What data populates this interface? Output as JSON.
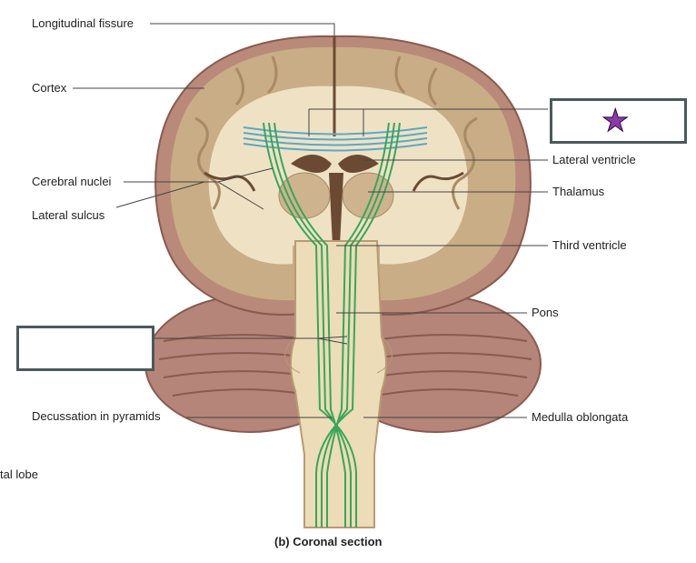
{
  "labels": {
    "longitudinal_fissure": "Longitudinal fissure",
    "cortex": "Cortex",
    "cerebral_nuclei": "Cerebral nuclei",
    "lateral_sulcus": "Lateral sulcus",
    "lateral_ventricle": "Lateral ventricle",
    "thalamus": "Thalamus",
    "third_ventricle": "Third ventricle",
    "pons": "Pons",
    "decussation": "Decussation in pyramids",
    "medulla": "Medulla oblongata",
    "cut_off_lobe": "tal lobe"
  },
  "caption": "(b) Coronal section",
  "answer_boxes": {
    "top_right": {
      "marker": "★",
      "marker_name": "star-icon"
    },
    "left": {
      "marker": ""
    }
  },
  "colors": {
    "tissue_outer": "#b07a6a",
    "gray_matter": "#c9ad86",
    "white_matter": "#efe2c4",
    "tract_green": "#3aa55a",
    "corpus_blue": "#5aa8c8",
    "ventricle": "#6b4a33",
    "star": "#8a3aa8"
  }
}
